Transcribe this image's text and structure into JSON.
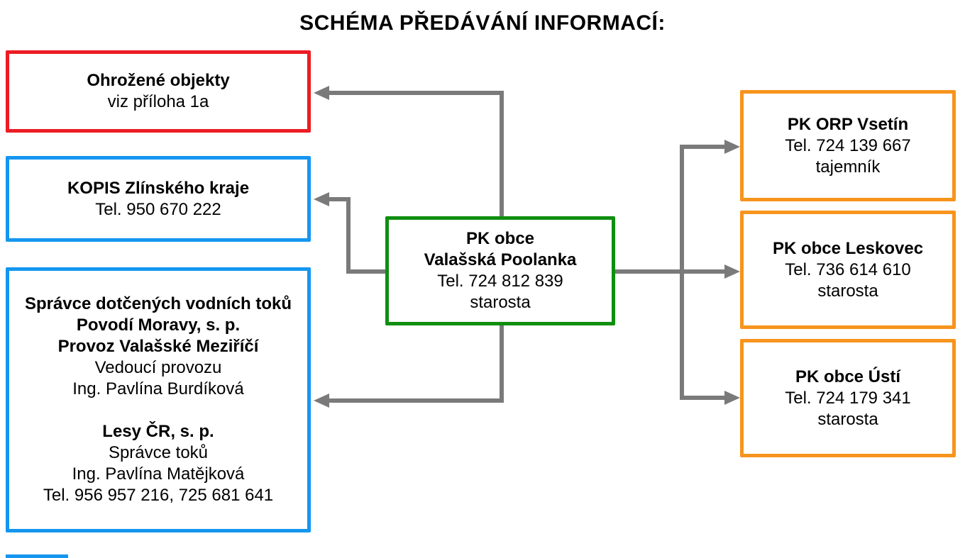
{
  "title": "SCHÉMA PŘEDÁVÁNÍ INFORMACÍ:",
  "colors": {
    "red": "#EC1C24",
    "blue": "#1496F0",
    "green": "#0F8F0F",
    "orange": "#F7941D",
    "arrow": "#7A7A7A"
  },
  "boxes": {
    "threatened": {
      "line1": "Ohrožené objekty",
      "line2": "viz příloha 1a"
    },
    "kopis": {
      "line1": "KOPIS Zlínského kraje",
      "line2": "Tel. 950 670 222"
    },
    "watercourse": {
      "line1": "Správce dotčených vodních toků",
      "line2": "Povodí Moravy, s. p.",
      "line3": "Provoz Valašské Meziříčí",
      "line4": "Vedoucí provozu",
      "line5": "Ing. Pavlína Burdíková",
      "line6": "Lesy ČR, s. p.",
      "line7": "Správce toků",
      "line8": "Ing. Pavlína Matějková",
      "line9": "Tel. 956 957 216, 725 681 641"
    },
    "pk_obce": {
      "line1": "PK obce",
      "line2": "Valašská Poolanka",
      "line3": "Tel. 724 812 839",
      "line4": "starosta"
    },
    "pk_orp_vsetin": {
      "line1": "PK ORP Vsetín",
      "line2": "Tel. 724 139 667",
      "line3": "tajemník"
    },
    "pk_leskovec": {
      "line1": "PK obce Leskovec",
      "line2": "Tel. 736 614 610",
      "line3": "starosta"
    },
    "pk_usti": {
      "line1": "PK obce Ústí",
      "line2": "Tel. 724 179 341",
      "line3": "starosta"
    }
  }
}
